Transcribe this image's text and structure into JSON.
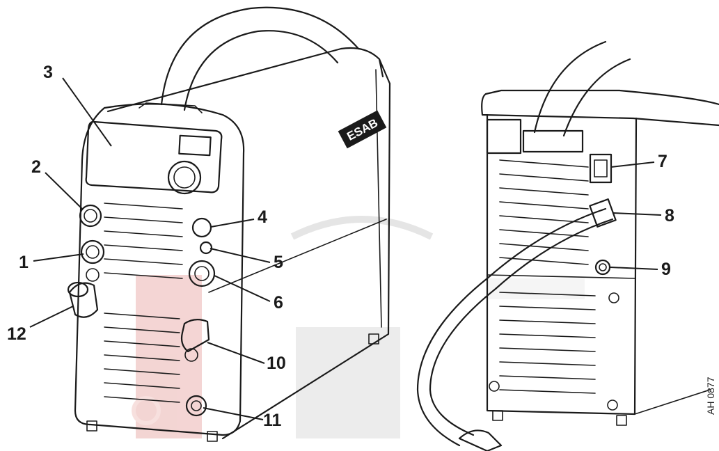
{
  "diagram": {
    "brand_label": "ESAB",
    "drawing_code": "AH 0877",
    "callouts": [
      {
        "id": "1",
        "label": "1"
      },
      {
        "id": "2",
        "label": "2"
      },
      {
        "id": "3",
        "label": "3"
      },
      {
        "id": "4",
        "label": "4"
      },
      {
        "id": "5",
        "label": "5"
      },
      {
        "id": "6",
        "label": "6"
      },
      {
        "id": "7",
        "label": "7"
      },
      {
        "id": "8",
        "label": "8"
      },
      {
        "id": "9",
        "label": "9"
      },
      {
        "id": "10",
        "label": "10"
      },
      {
        "id": "11",
        "label": "11"
      },
      {
        "id": "12",
        "label": "12"
      }
    ]
  },
  "colors": {
    "line": "#1a1a1a",
    "watermark_red": "#e8a9a6",
    "watermark_gray": "#d6d6d6",
    "brand_badge": "#1a1a1a"
  }
}
